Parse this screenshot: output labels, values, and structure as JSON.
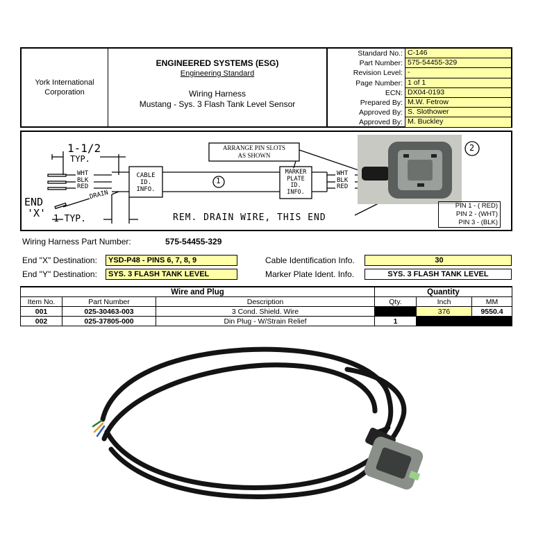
{
  "header": {
    "company": "York International Corporation",
    "company_line1": "York International",
    "company_line2": "Corporation",
    "org": "ENGINEERED SYSTEMS (ESG)",
    "standard_type": "Engineering Standard",
    "doc_title_1": "Wiring Harness",
    "doc_title_2": "Mustang - Sys. 3 Flash Tank Level Sensor",
    "meta": [
      {
        "label": "Standard No.:",
        "value": "C-146"
      },
      {
        "label": "Part Number:",
        "value": "575-54455-329"
      },
      {
        "label": "Revision Level:",
        "value": "-"
      },
      {
        "label": "Page Number:",
        "value": "1 of 1"
      },
      {
        "label": "ECN:",
        "value": "DX04-0193"
      },
      {
        "label": "Prepared By:",
        "value": "M.W. Fetrow"
      },
      {
        "label": "Approved By:",
        "value": "S. Slothower"
      },
      {
        "label": "Approved By:",
        "value": "M. Buckley"
      }
    ]
  },
  "diagram": {
    "dim_top": "1-1/2",
    "dim_top_typ": "TYP.",
    "wires_left": [
      "WHT",
      "BLK",
      "RED"
    ],
    "wires_right": [
      "WHT",
      "BLK",
      "RED"
    ],
    "drain": "DRAIN",
    "end_label_1": "END",
    "end_label_2": "'X'",
    "dim_bottom": "1 TYP.",
    "cable_box": [
      "CABLE",
      "ID.",
      "INFO."
    ],
    "marker_box": [
      "MARKER",
      "PLATE",
      "ID.",
      "INFO."
    ],
    "balloon_1": "1",
    "balloon_2": "2",
    "arrange_note_1": "ARRANGE PIN SLOTS",
    "arrange_note_2": "AS SHOWN",
    "drain_note": "REM. DRAIN WIRE, THIS END",
    "pins": [
      "PIN 1 - ( RED)",
      "PIN 2 - (WHT)",
      "PIN 3 - (BLK)"
    ]
  },
  "harness_pn_label": "Wiring Harness Part Number:",
  "harness_pn": "575-54455-329",
  "end_x_label": "End \"X\" Destination:",
  "end_x_value": "YSD-P48 - PINS 6, 7, 8, 9",
  "end_y_label": "End \"Y\" Destination:",
  "end_y_value": "SYS. 3 FLASH TANK LEVEL",
  "cable_id_label": "Cable Identification Info.",
  "cable_id_value": "30",
  "marker_label": "Marker Plate Ident. Info.",
  "marker_value": "SYS. 3 FLASH TANK LEVEL",
  "table": {
    "group_1": "Wire and Plug",
    "group_2": "Quantity",
    "headers": [
      "Item No.",
      "Part Number",
      "Description",
      "Qty.",
      "Inch",
      "MM"
    ],
    "rows": [
      {
        "item": "001",
        "part": "025-30463-003",
        "desc": "3 Cond. Shield. Wire",
        "qty": "",
        "inch": "376",
        "mm": "9550.4"
      },
      {
        "item": "002",
        "part": "025-37805-000",
        "desc": "Din Plug - W/Strain Relief",
        "qty": "1",
        "inch": "",
        "mm": ""
      }
    ]
  },
  "colors": {
    "highlight": "#ffffa8",
    "cable": "#111111",
    "connector": "#8a8f8a"
  }
}
